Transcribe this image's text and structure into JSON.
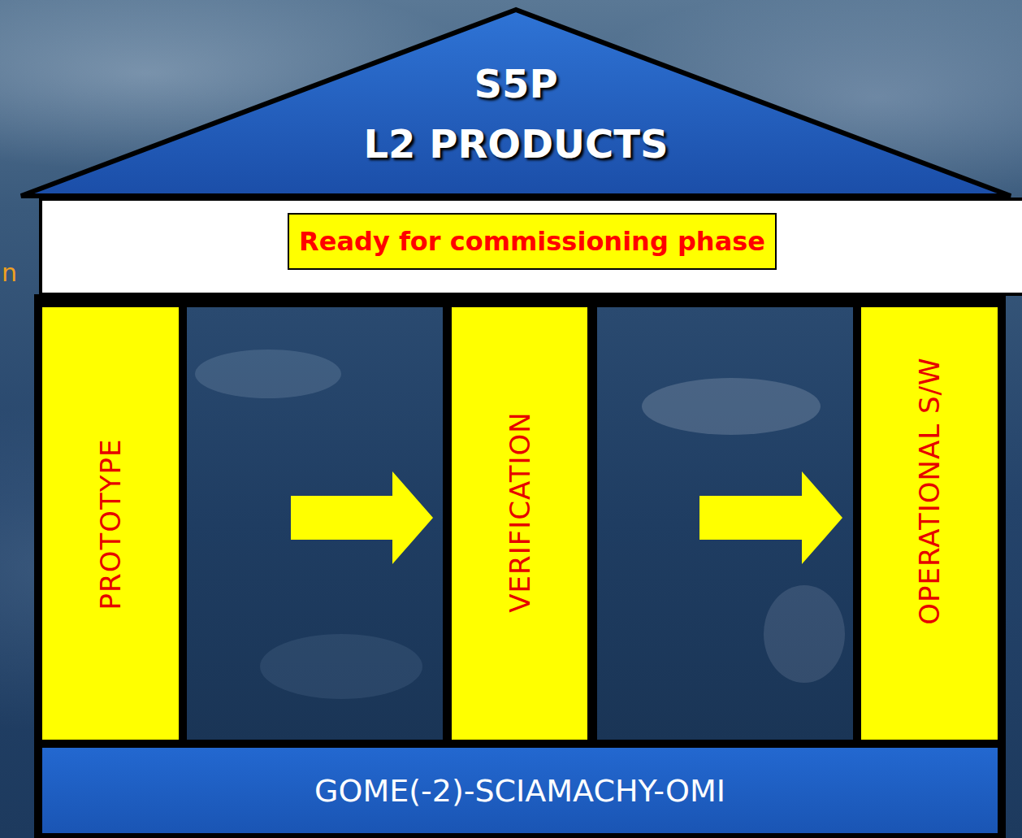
{
  "diagram": {
    "nodes": [
      {
        "text": [
          "S5P",
          "L2 PRODUCTS"
        ]
      },
      {
        "text": [
          "Ready for commissioning phase"
        ]
      },
      {
        "text": [
          "PROTOTYPE"
        ]
      },
      {
        "text": [
          "VERIFICATION"
        ]
      },
      {
        "text": [
          "OPERATIONAL S/W"
        ]
      },
      {
        "text": [
          "GOME(-2)-SCIAMACHY-OMI"
        ]
      }
    ],
    "edges": [
      {
        "from": 2,
        "to": 3,
        "arrow": "to"
      },
      {
        "from": 3,
        "to": 4,
        "arrow": "to"
      }
    ],
    "labels": [
      "n"
    ]
  }
}
